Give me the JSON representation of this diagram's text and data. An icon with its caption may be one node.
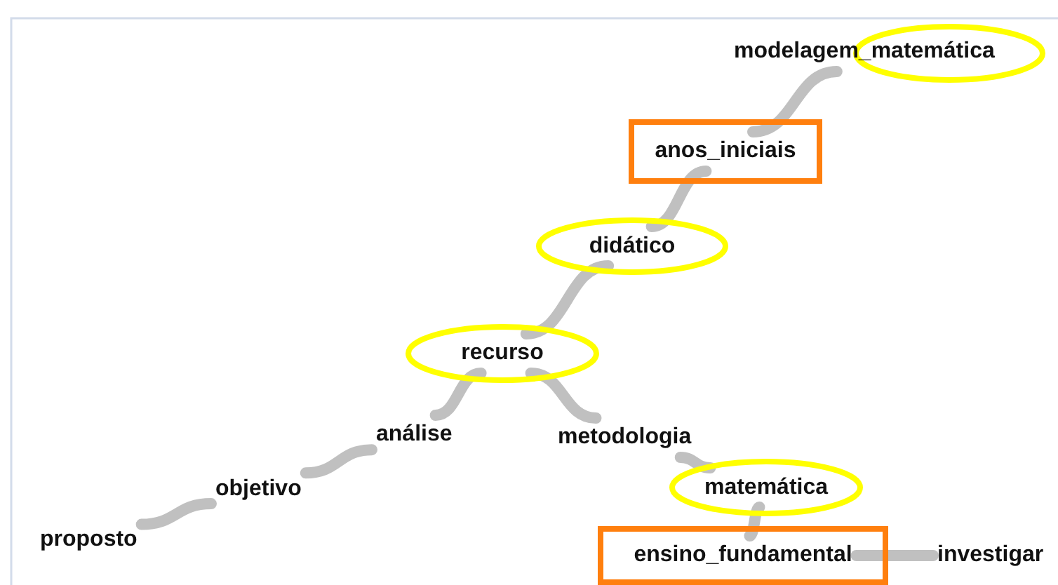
{
  "diagram": {
    "nodes": [
      {
        "text": [],
        "shape": "ellipse"
      },
      {
        "text": [
          "modelagem_matemática"
        ]
      },
      {
        "text": [],
        "shape": "box"
      },
      {
        "text": [
          "anos_iniciais"
        ],
        "in": 2
      },
      {
        "text": [],
        "shape": "ellipse"
      },
      {
        "text": [
          "didático"
        ],
        "in": 4
      },
      {
        "text": [],
        "shape": "ellipse"
      },
      {
        "text": [
          "recurso"
        ],
        "in": 6
      },
      {
        "text": [
          "análise"
        ]
      },
      {
        "text": [
          "metodologia"
        ]
      },
      {
        "text": [
          "objetivo"
        ]
      },
      {
        "text": [],
        "shape": "ellipse"
      },
      {
        "text": [
          "matemática"
        ],
        "in": 11
      },
      {
        "text": [
          "proposto"
        ]
      },
      {
        "text": [],
        "shape": "box"
      },
      {
        "text": [
          "ensino_fundamental"
        ],
        "in": 14
      },
      {
        "text": [
          "investigar"
        ]
      }
    ],
    "edges": [
      {
        "from": 13,
        "to": 10,
        "arrow": "none"
      },
      {
        "from": 10,
        "to": 8,
        "arrow": "none"
      },
      {
        "from": 8,
        "to": 7,
        "arrow": "none"
      },
      {
        "from": 7,
        "to": 5,
        "arrow": "none"
      },
      {
        "from": 5,
        "to": 3,
        "arrow": "none"
      },
      {
        "from": 3,
        "to": 1,
        "arrow": "none"
      },
      {
        "from": 7,
        "to": 9,
        "arrow": "none"
      },
      {
        "from": 9,
        "to": 12,
        "arrow": "none"
      },
      {
        "from": 12,
        "to": 15,
        "arrow": "none"
      },
      {
        "from": 15,
        "to": 16,
        "arrow": "none"
      }
    ]
  }
}
